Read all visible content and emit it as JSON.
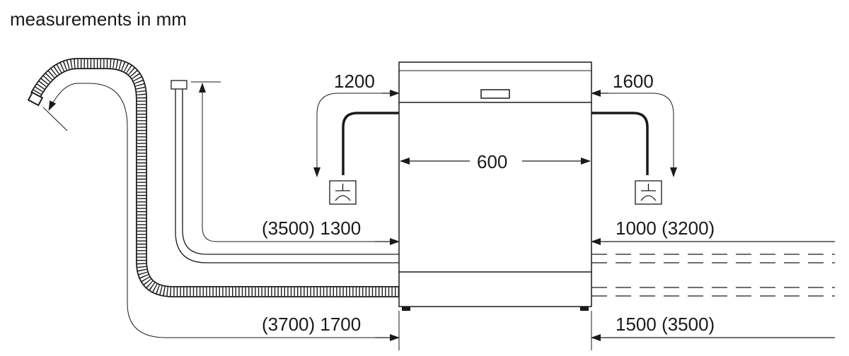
{
  "title": "measurements in mm",
  "width_label": "600",
  "left_cable_label": "1200",
  "right_cable_label": "1600",
  "left_inlet_hose_label": "(3500) 1300",
  "left_drain_hose_label": "(3700) 1700",
  "right_inlet_hose_label": "1000 (3200)",
  "right_drain_hose_label": "1500 (3500)",
  "line_color": "#1a1a1a"
}
